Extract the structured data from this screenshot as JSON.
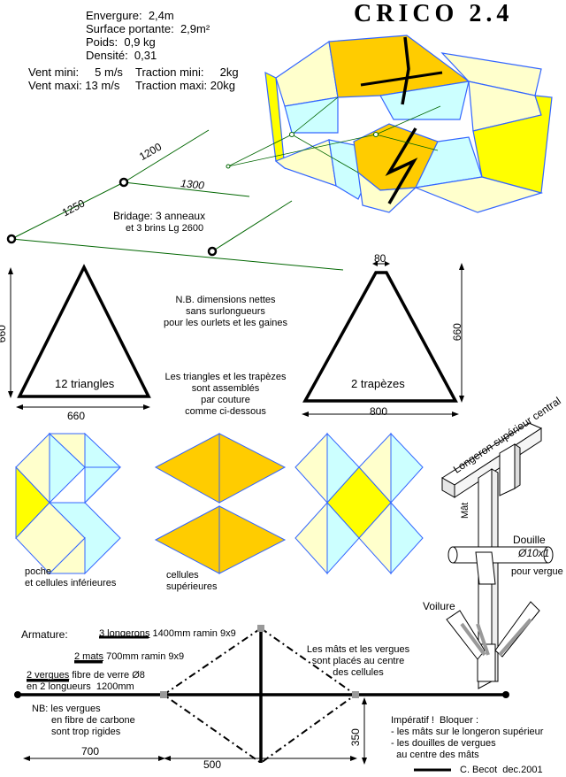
{
  "title": "CRICO 2.4",
  "specs": {
    "envergure": "Envergure:  2,4m",
    "surface": "Surface portante:  2,9m²",
    "poids": "Poids:  0,9 kg",
    "densite": "Densité:  0,31",
    "vent_mini": "Vent mini:     5 m/s",
    "vent_maxi": "Vent maxi: 13 m/s",
    "traction_mini": "Traction mini:     2kg",
    "traction_maxi": "Traction maxi: 20kg"
  },
  "bridle": {
    "len_1200": "1200",
    "len_1250": "1250",
    "len_1300": "1300",
    "label_line1": "Bridage: 3 anneaux",
    "label_line2": "et 3 brins Lg 2600"
  },
  "triangles": {
    "height": "660",
    "width": "660",
    "label": "12 triangles"
  },
  "trapezes": {
    "top": "80",
    "height": "660",
    "width": "800",
    "label": "2 trapèzes"
  },
  "notes": {
    "nb_line1": "N.B. dimensions nettes",
    "nb_line2": "sans surlongueurs",
    "nb_line3": "pour les ourlets et les gaines",
    "assembly_line1": "Les triangles et les trapèzes",
    "assembly_line2": "sont assemblés",
    "assembly_line3": "par couture",
    "assembly_line4": "comme ci-dessous"
  },
  "cells": {
    "left_label_line1": "poche",
    "left_label_line2": "et cellules inférieures",
    "mid_label_line1": "cellules",
    "mid_label_line2": "supérieures"
  },
  "detail": {
    "longeron": "Longeron supérieur central",
    "mat": "Mât",
    "douille": "Douille",
    "diam": "Ø10x1",
    "pour_vergue": "pour vergue",
    "voilure": "Voilure"
  },
  "armature": {
    "heading": "Armature:",
    "longerons_u": "3 longerons",
    "longerons_rest": " 1400mm ramin 9x9",
    "mats_u": "2 mats",
    "mats_rest": " 700mm ramin 9x9",
    "vergues_u": "2 vergues",
    "vergues_rest": " fibre de verre Ø8",
    "vergues_line2": "en 2 longueurs  1200mm",
    "nb_line1": "NB: les vergues",
    "nb_line2": "en fibre de carbone",
    "nb_line3": "sont trop rigides",
    "placement_line1": "Les mâts et les vergues",
    "placement_line2": "sont placés au centre",
    "placement_line3": "des cellules",
    "imperatif_line1": "Impératif !  Bloquer :",
    "imperatif_line2": "- les mâts sur le longeron supérieur",
    "imperatif_line3": "- les douilles de vergues",
    "imperatif_line4": "  au centre des mâts",
    "dim_700": "700",
    "dim_500": "500",
    "dim_350": "350"
  },
  "credit": "C. Becot  dec.2001",
  "colors": {
    "pale_yellow": "#ffffcc",
    "yellow": "#ffff00",
    "light_cyan": "#ccffff",
    "orange": "#ffcc00",
    "frame_blue": "#3366ff",
    "bridle_green": "#006600",
    "sail_gray": "#999999"
  }
}
